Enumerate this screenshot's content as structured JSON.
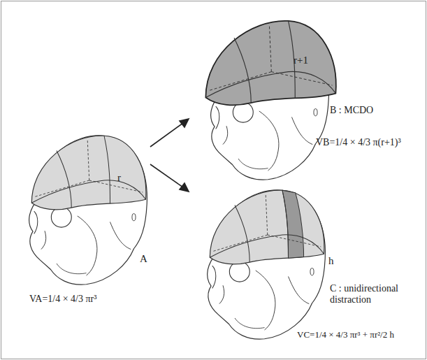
{
  "diagram": {
    "labels": [
      "r",
      "A",
      "VA=1/4 × 4/3 πr³",
      "r+1",
      "B : MCDO",
      "VB=1/4 × 4/3 π(r+1)³",
      "h",
      "C : unidirectional distraction",
      "VC=1/4 × 4/3 πr³ + πr²/2 h"
    ]
  }
}
